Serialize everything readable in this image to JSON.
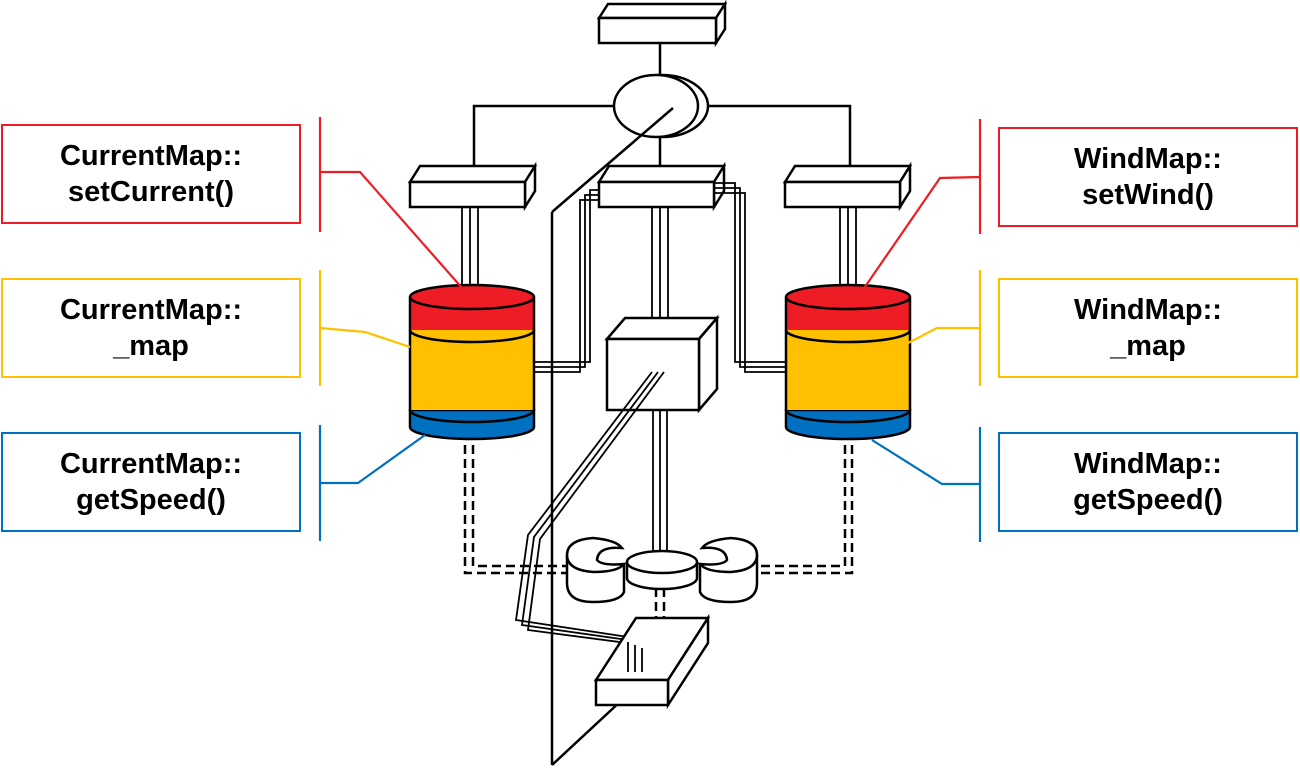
{
  "colors": {
    "red": "#ee1c24",
    "yellow": "#ffc000",
    "blue": "#0070c0",
    "outline": "#000000"
  },
  "labels": {
    "current_set": {
      "line1": "CurrentMap::",
      "line2": "setCurrent()"
    },
    "current_map": {
      "line1": "CurrentMap::",
      "line2": "_map"
    },
    "current_speed": {
      "line1": "CurrentMap::",
      "line2": "getSpeed()"
    },
    "wind_set": {
      "line1": "WindMap::",
      "line2": "setWind()"
    },
    "wind_map": {
      "line1": "WindMap::",
      "line2": "_map"
    },
    "wind_speed": {
      "line1": "WindMap::",
      "line2": "getSpeed()"
    }
  }
}
